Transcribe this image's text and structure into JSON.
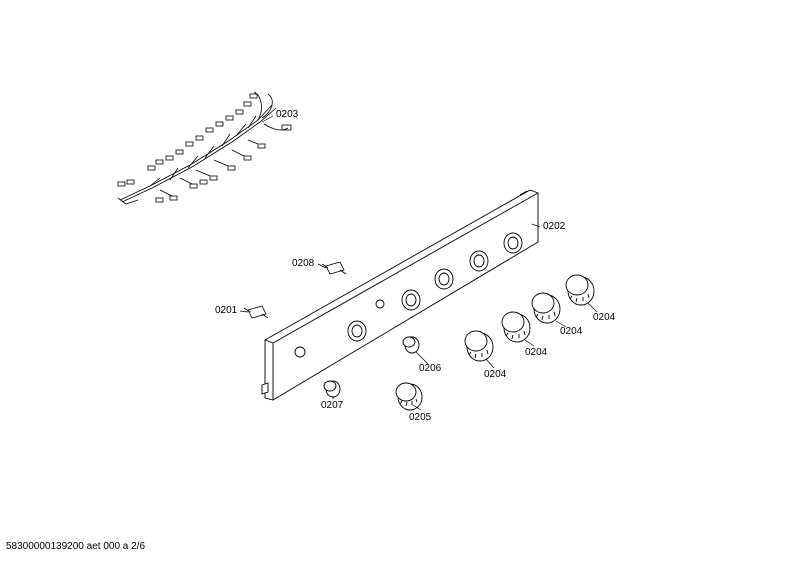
{
  "diagram": {
    "callouts": {
      "harness": "0203",
      "panel": "0202",
      "switch_a": "0208",
      "switch_b": "0201",
      "knob_main": "0205",
      "knob_small": "0206",
      "knob_tiny": "0207",
      "knob_1": "0204",
      "knob_2": "0204",
      "knob_3": "0204",
      "knob_4": "0204"
    },
    "footer": "58300000139200 aet 000 a 2/6"
  }
}
